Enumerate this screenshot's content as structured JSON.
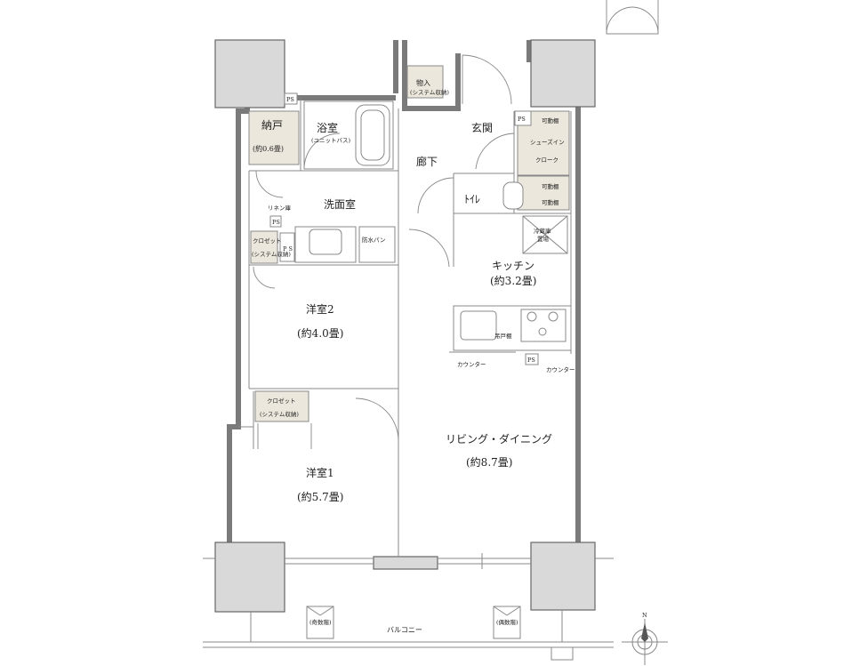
{
  "rooms": {
    "storage_closet": {
      "name": "納戸",
      "area": "(約0.6畳)"
    },
    "bathroom": {
      "name": "浴室",
      "sub": "(ユニットバス)"
    },
    "storage_hall": {
      "name": "物入",
      "sub": "(システム収納)"
    },
    "entrance": {
      "name": "玄関"
    },
    "corridor": {
      "name": "廊下"
    },
    "washroom": {
      "name": "洗面室"
    },
    "toilet": {
      "name": "ﾄｲﾚ"
    },
    "kitchen": {
      "name": "キッチン",
      "area": "(約3.2畳)"
    },
    "western2": {
      "name": "洋室2",
      "area": "(約4.0畳)"
    },
    "western1": {
      "name": "洋室1",
      "area": "(約5.7畳)"
    },
    "living": {
      "name": "リビング・ダイニング",
      "area": "(約8.7畳)"
    },
    "balcony": {
      "name": "バルコニー"
    }
  },
  "labels": {
    "ps": "PS",
    "ps_vertical": "P S",
    "movable_shelf": "可動棚",
    "shoes_in_1": "シューズイン",
    "shoes_in_2": "クローク",
    "fridge_1": "冷蔵庫",
    "fridge_2": "置場",
    "linen": "リネン庫",
    "closet_small_1": "クロゼット",
    "closet_small_2": "(システム収納)",
    "closet_w1_1": "クロゼット",
    "closet_w1_2": "(システム収納)",
    "waterproof_pan": "防水パン",
    "hanging_shelf": "吊戸棚",
    "counter": "カウンター",
    "evacuation_odd": "(奇数階)",
    "evacuation_even": "(偶数階)",
    "north": "N"
  }
}
